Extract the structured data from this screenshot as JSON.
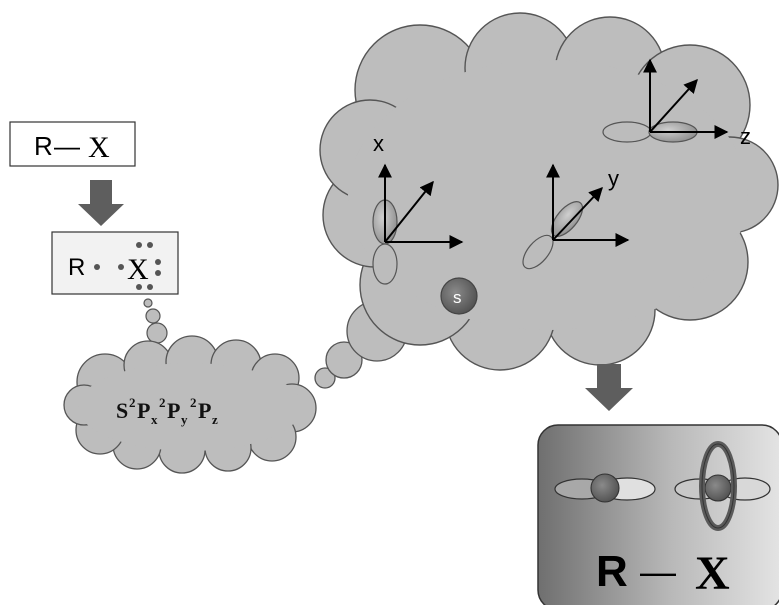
{
  "box1": {
    "left": "R",
    "bond": "—",
    "right": "X"
  },
  "box2": {
    "left": "R",
    "right": "X"
  },
  "cloud_small": {
    "s": "S",
    "sup1": "2",
    "p1": "P",
    "sub1": "x",
    "sup2": "2",
    "p2": "P",
    "sub2": "y",
    "sup3": "2",
    "p3": "P",
    "sub3": "z"
  },
  "cloud_big": {
    "axis_x": "x",
    "axis_y": "y",
    "axis_z": "z",
    "s_label": "s"
  },
  "result": {
    "left": "R",
    "bond": "—",
    "right": "X"
  },
  "colors": {
    "cloud": "#bdbdbd",
    "arrow": "#5e5e5e",
    "lobe": "#9a9a9a",
    "lobe_dark": "#777777",
    "s_orbital": "#6e6e6e"
  }
}
